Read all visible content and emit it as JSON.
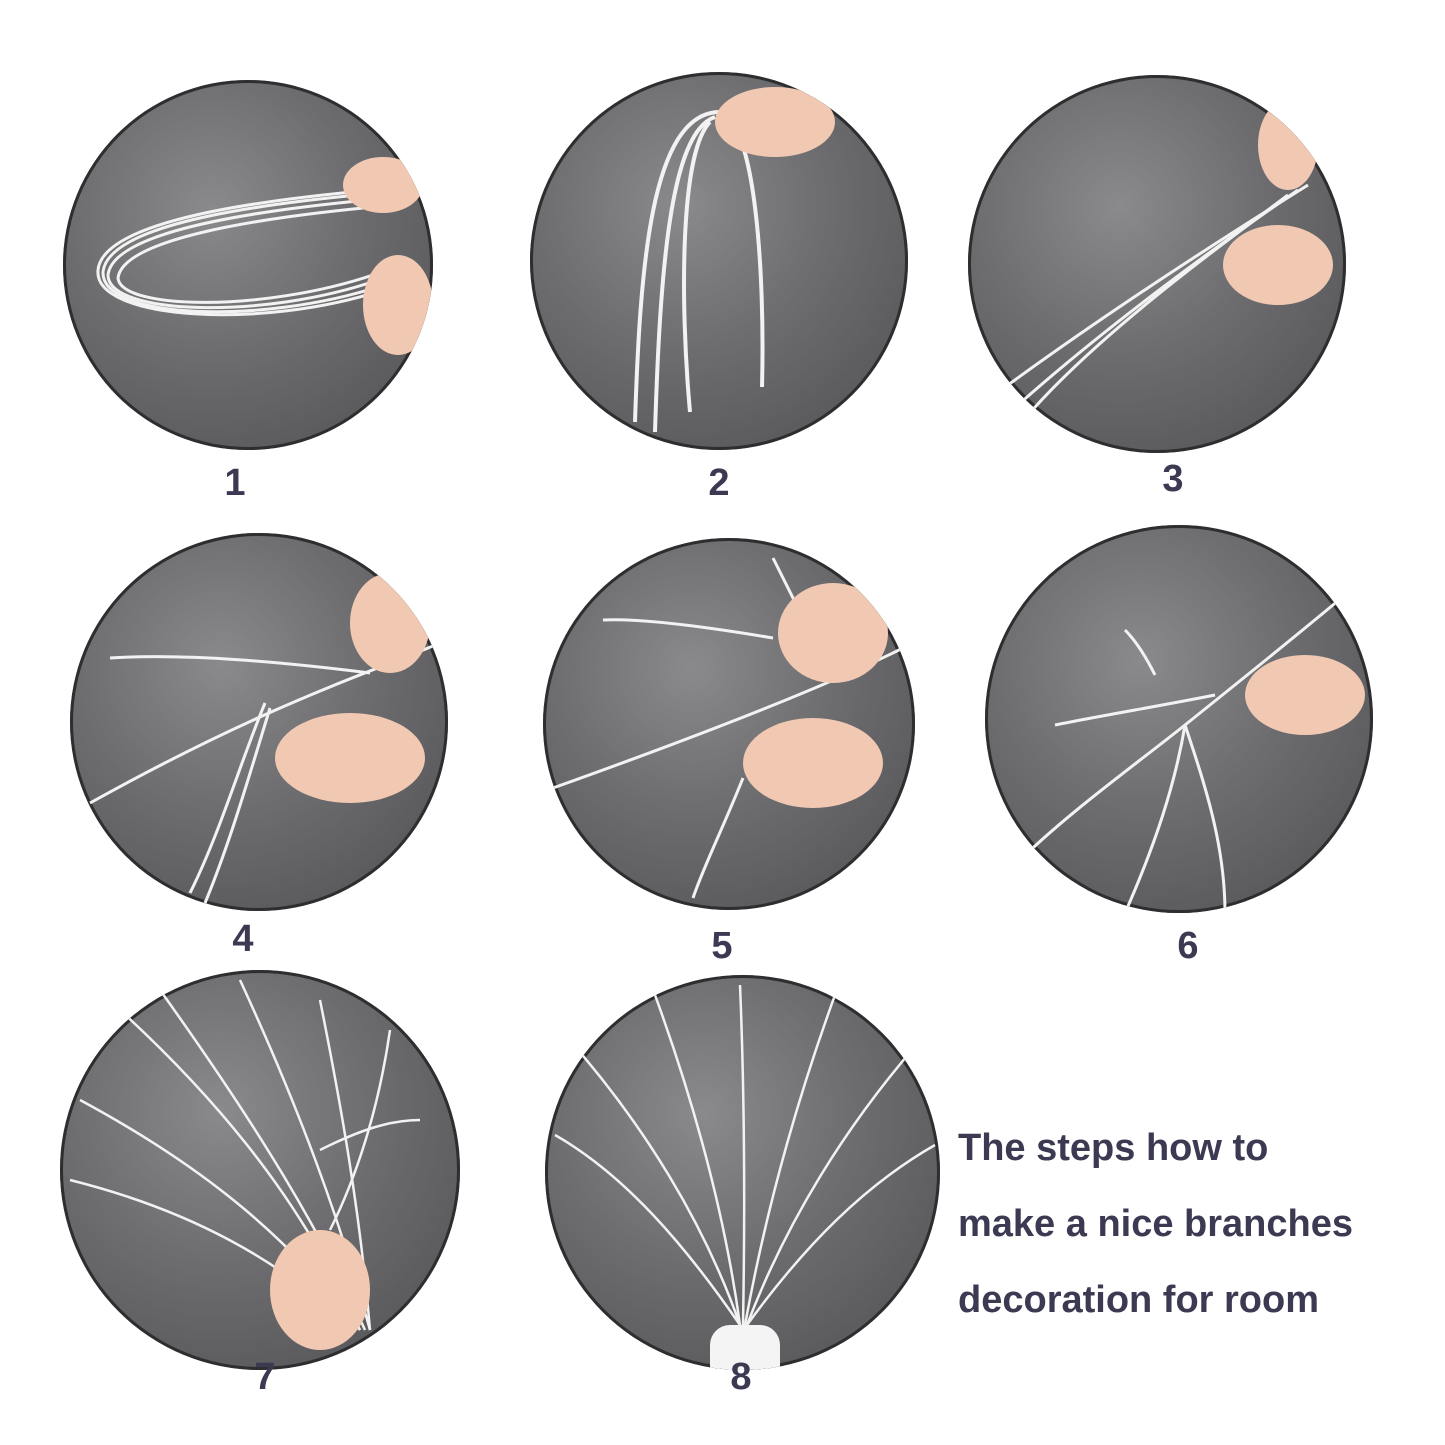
{
  "steps": [
    {
      "number": "1"
    },
    {
      "number": "2"
    },
    {
      "number": "3"
    },
    {
      "number": "4"
    },
    {
      "number": "5"
    },
    {
      "number": "6"
    },
    {
      "number": "7"
    },
    {
      "number": "8"
    }
  ],
  "caption": {
    "line1": "The steps how to",
    "line2": "make a nice branches",
    "line3": "decoration for room"
  },
  "colors": {
    "text": "#3b3a52",
    "photo_background": "#6c6c6f",
    "branch": "#f2f2f2",
    "hand": "#f1c9b3"
  }
}
